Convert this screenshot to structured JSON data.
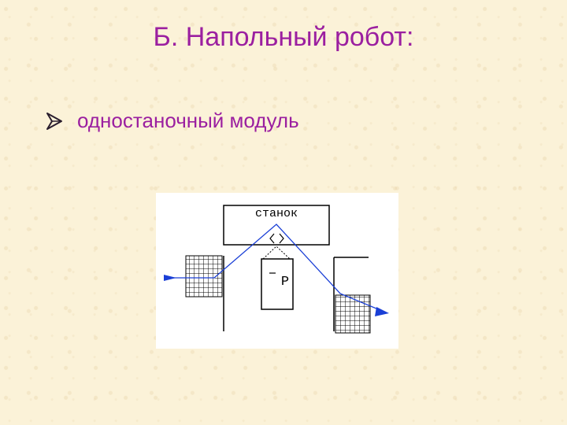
{
  "slide": {
    "title": "Б. Напольный робот:",
    "bullets": [
      {
        "text": "одностаночный модуль",
        "icon": "arrow-bullet-icon"
      }
    ]
  },
  "diagram": {
    "machine_label": "станок",
    "robot_label": "P",
    "colors": {
      "path": "#1a3fd6",
      "outline": "#000000",
      "accent": "#9b1fa0"
    }
  }
}
